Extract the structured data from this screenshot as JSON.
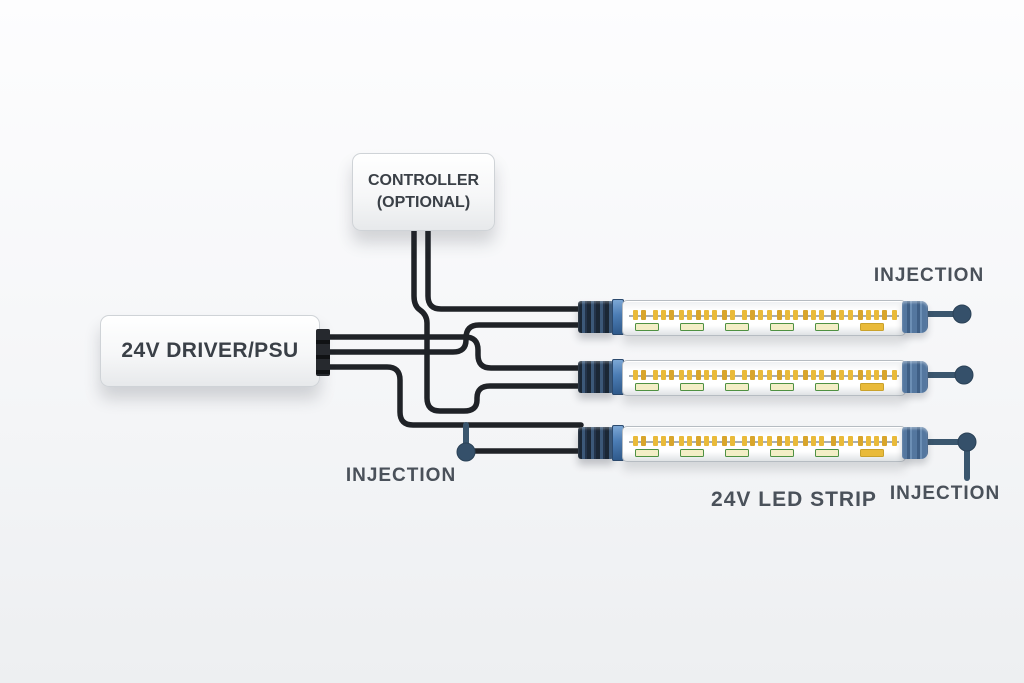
{
  "diagram": {
    "type": "led-strip-power-injection-wiring-diagram",
    "psu_label": "24V DRIVER/PSU",
    "controller_label": "CONTROLLER\n(OPTIONAL)",
    "strip_label": "24V LED STRIP",
    "injection_labels": {
      "top_right": "INJECTION",
      "bottom_left": "INJECTION",
      "bottom_right": "INJECTION"
    },
    "strip_count": 3
  },
  "colors": {
    "wire": "#1f2227",
    "slate": "#3a566e",
    "slate_dark": "#35506a",
    "led_yellow": "#e9ba3a",
    "led_yellow_alt": "#d8a52c",
    "resistor_fill": "#f3eec6",
    "resistor_edge": "#4f9142",
    "box_text": "#3a4047",
    "label_text": "#4a515a"
  },
  "strip_visual": {
    "led_chip_count": 30,
    "chip_gaps": [
      0,
      1,
      3,
      1,
      1,
      2,
      1,
      1,
      1,
      1,
      2,
      1,
      3,
      1,
      1,
      1,
      2,
      1,
      1,
      2,
      1,
      1,
      3,
      1,
      1,
      2,
      1,
      1,
      1,
      2
    ],
    "resistor_count": 6,
    "solid_resistor_index": 5
  }
}
